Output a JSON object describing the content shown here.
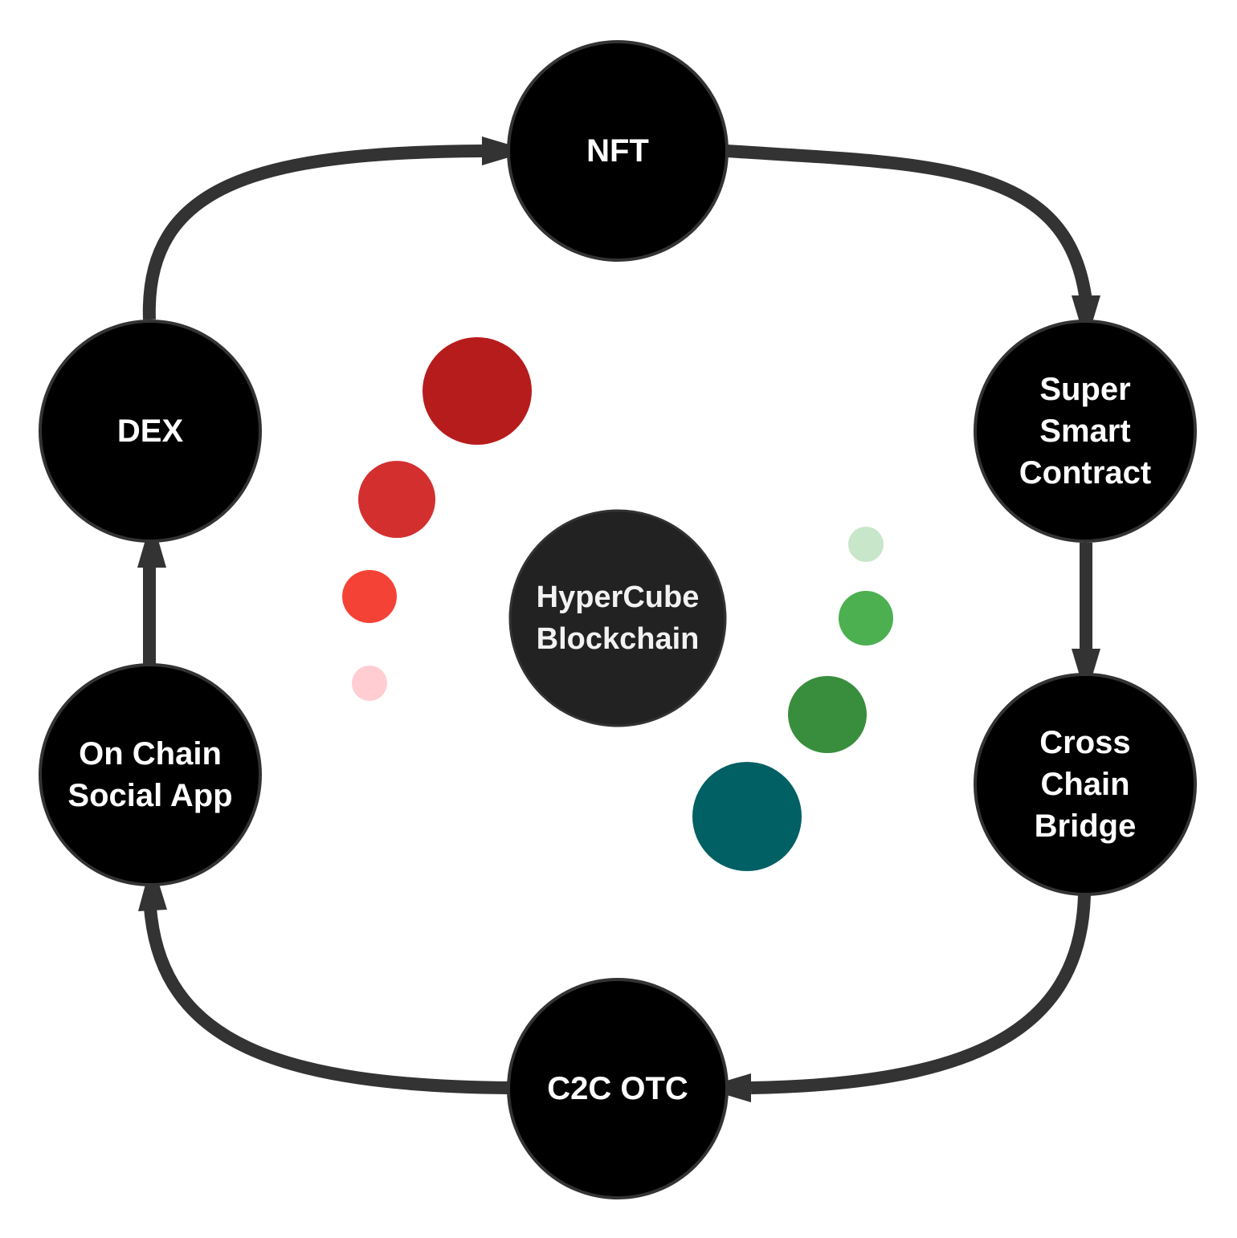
{
  "diagram": {
    "center": {
      "label": "HyperCube\nBlockchain",
      "fill": "#222222"
    },
    "nodes": [
      {
        "id": "nft",
        "label": "NFT"
      },
      {
        "id": "super-smart-contract",
        "label": "Super\nSmart\nContract"
      },
      {
        "id": "cross-chain-bridge",
        "label": "Cross\nChain\nBridge"
      },
      {
        "id": "c2c-otc",
        "label": "C2C OTC"
      },
      {
        "id": "on-chain-social-app",
        "label": "On Chain\nSocial App"
      },
      {
        "id": "dex",
        "label": "DEX"
      }
    ],
    "node_fill": "#000000",
    "node_stroke": "#333333",
    "arrow_color": "#333333",
    "red_dots": [
      "#b71c1c",
      "#d32f2f",
      "#f44336",
      "#ffcdd2"
    ],
    "green_dots": [
      "#c8e6c9",
      "#4caf50",
      "#388e3c",
      "#006064"
    ]
  }
}
